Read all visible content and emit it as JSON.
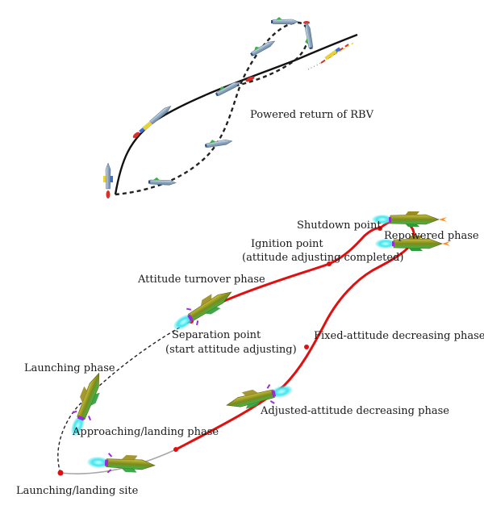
{
  "top_panel": {
    "caption": "Powered return of RBV"
  },
  "bottom_panel": {
    "labels": {
      "shutdown": "Shutdown point",
      "repowered": "Repowered phase",
      "ignition_line1": "Ignition point",
      "ignition_line2": "(attitude adjusting completed)",
      "turnover": "Attitude turnover phase",
      "separation_line1": "Separation point",
      "separation_line2": "(start attitude adjusting)",
      "fixed_decreasing": "Fixed-attitude decreasing phase",
      "launching_phase": "Launching phase",
      "adjusted_decreasing": "Adjusted-attitude decreasing phase",
      "approaching": "Approaching/landing phase",
      "site": "Launching/landing site"
    }
  },
  "colors": {
    "trajectory_red": "#e01010",
    "trajectory_black": "#111111",
    "dashed_path": "#222222",
    "grey_path": "#a8a8a8",
    "flame_cyan": "#40e6ee",
    "body_olive": "#8a8a1a",
    "body_green": "#3fb84a",
    "nozzle_purple": "#9a2bd8"
  }
}
